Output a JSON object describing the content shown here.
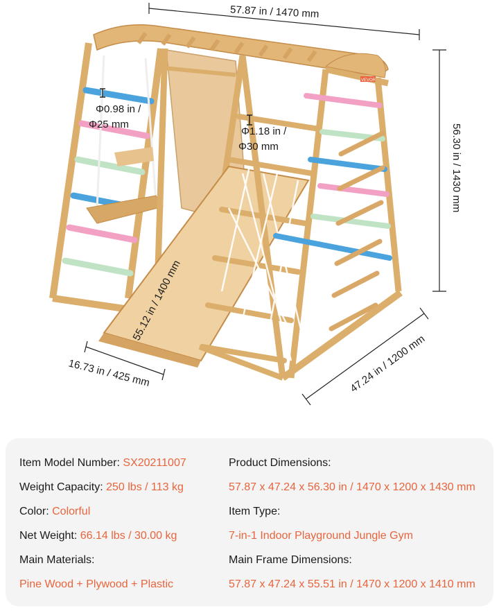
{
  "dimensions": {
    "width_label": "57.87 in / 1470 mm",
    "height_label_line": "56.30 in / 1430 mm",
    "depth_label": "47.24 in / 1200 mm",
    "slide_width_label": "16.73 in / 425 mm",
    "slide_length_label": "55.12 in / 1400 mm",
    "rung_small_line1": "Φ0.98 in /",
    "rung_small_line2": "Φ25 mm",
    "rung_large_line1": "Φ1.18 in /",
    "rung_large_line2": "Φ30 mm",
    "brand_tag": "VEVOR"
  },
  "specs": {
    "model": {
      "label": "Item Model Number: ",
      "value": "SX20211007"
    },
    "weight_capacity": {
      "label": "Weight Capacity: ",
      "value": "250 lbs / 113 kg"
    },
    "color": {
      "label": "Color: ",
      "value": "Colorful"
    },
    "net_weight": {
      "label": "Net Weight: ",
      "value": "66.14 lbs / 30.00 kg"
    },
    "materials": {
      "label": "Main Materials:",
      "value": "Pine Wood + Plywood + Plastic"
    },
    "product_dimensions": {
      "label": "Product Dimensions:",
      "value": "57.87 x 47.24 x 56.30 in / 1470 x 1200 x 1430 mm"
    },
    "item_type": {
      "label": "Item Type:",
      "value": "7-in-1 Indoor Playground Jungle Gym"
    },
    "frame_dimensions": {
      "label": "Main Frame Dimensions:",
      "value": "57.87 x 47.24 x 55.51 in / 1470 x 1200 x 1410 mm"
    }
  },
  "colors": {
    "accent": "#e8643c",
    "wood": "#dcae6c",
    "wood_dark": "#c48c48",
    "rung_blue": "#4aa3dd",
    "rung_pink": "#f2a1c4",
    "rung_mint": "#bfe3c4"
  }
}
